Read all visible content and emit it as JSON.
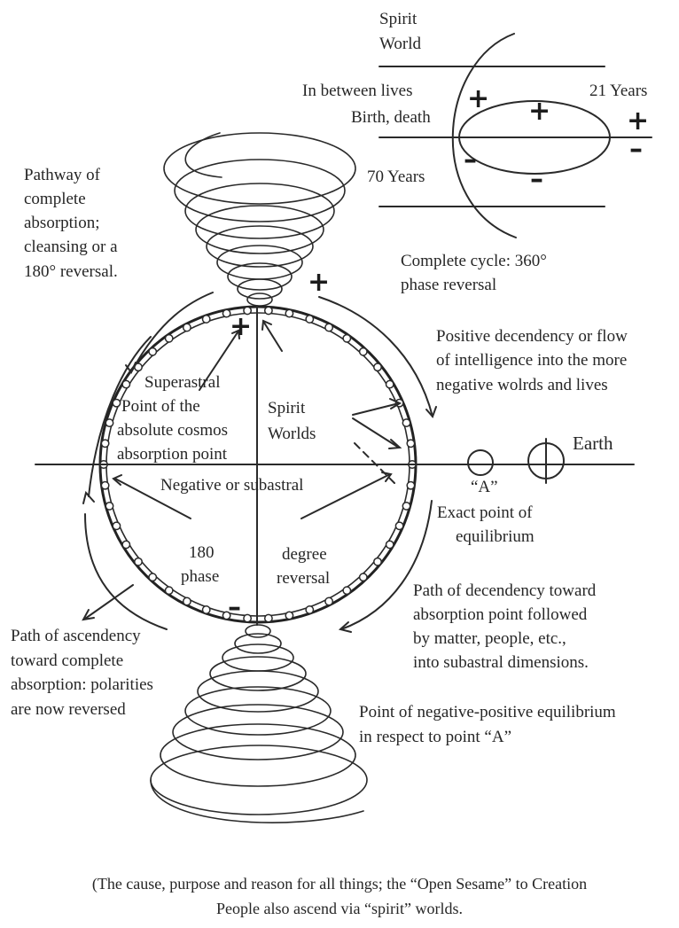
{
  "phase_panel": {
    "spirit_world": [
      "Spirit",
      "World"
    ],
    "in_between_lives": "In between lives",
    "birth_death": "Birth, death",
    "years_21": "21 Years",
    "years_70": "70 Years",
    "complete_cycle": [
      "Complete cycle: 360°",
      "phase reversal"
    ]
  },
  "labels": {
    "pathway_absorption": [
      "Pathway of",
      "complete",
      "absorption;",
      "cleansing or a",
      "180° reversal."
    ],
    "positive_decendency": [
      "Positive decendency or flow",
      "of intelligence into the more",
      "negative wolrds and lives"
    ],
    "superastral_point": [
      "Superastral",
      "Point of the",
      "absolute cosmos",
      "absorption point"
    ],
    "spirit_worlds": [
      "Spirit",
      "Worlds"
    ],
    "earth": "Earth",
    "point_a": "“A”",
    "negative_subastral": "Negative or subastral",
    "exact_point": [
      "Exact point of",
      "equilibrium"
    ],
    "phase_180": [
      "180",
      "phase"
    ],
    "degree_reversal": [
      "degree",
      "reversal"
    ],
    "path_decendency": [
      "Path of decendency toward",
      "absorption point followed",
      "by matter, people, etc.,",
      "into subastral dimensions."
    ],
    "path_ascendency": [
      "Path of ascendency",
      "toward complete",
      "absorption: polarities",
      "are now reversed"
    ],
    "neg_pos_equilibrium": [
      "Point of negative-positive equilibrium",
      "in respect to point “A”"
    ]
  },
  "signs": {
    "plus": "+",
    "minus": "–"
  },
  "caption": [
    "(The cause, purpose and reason for all things; the “Open Sesame” to Creation",
    "People also ascend via “spirit” worlds."
  ]
}
